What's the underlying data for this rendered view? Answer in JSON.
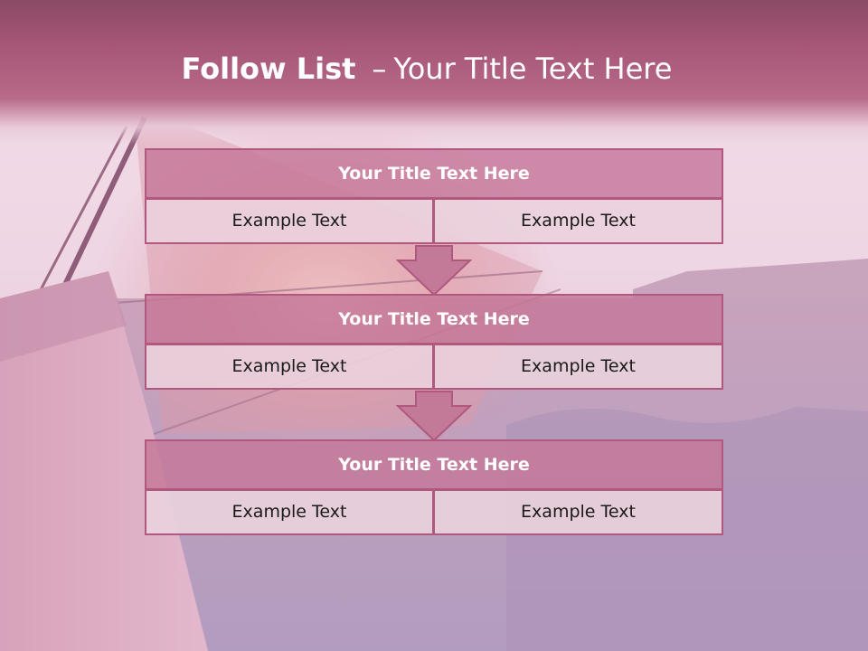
{
  "slide": {
    "title_bold": "Follow List",
    "title_separator": "–",
    "title_rest": "Your Title Text Here"
  },
  "steps": [
    {
      "title": "Your Title Text Here",
      "left": "Example Text",
      "right": "Example Text"
    },
    {
      "title": "Your Title Text Here",
      "left": "Example Text",
      "right": "Example Text"
    },
    {
      "title": "Your Title Text Here",
      "left": "Example Text",
      "right": "Example Text"
    }
  ],
  "colors": {
    "header": "#a65577",
    "box_title_fill": "#c47898",
    "box_border": "#b0587d",
    "cell_fill": "#ead2dd",
    "arrow_fill": "#c27a98"
  },
  "icons": [
    "down-arrow-icon",
    "down-arrow-icon"
  ]
}
